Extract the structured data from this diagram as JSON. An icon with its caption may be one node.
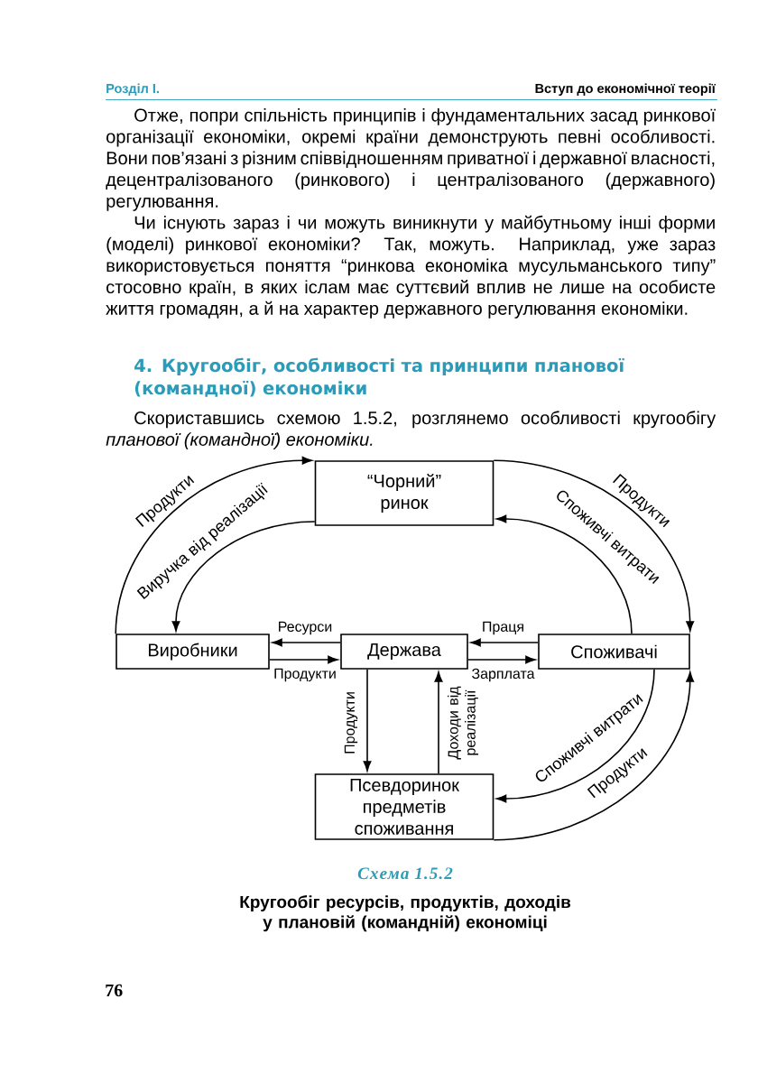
{
  "diagram": {
    "caption": "Кругообіг ресурсів, продуктів, доходів у плановій (командній) економіці",
    "nodes": [
      {
        "text": [
          "“Чорний” ринок"
        ]
      },
      {
        "text": [
          "Виробники"
        ]
      },
      {
        "text": [
          "Держава"
        ]
      },
      {
        "text": [
          "Споживачі"
        ]
      },
      {
        "text": [
          "Псевдоринок предметів споживання"
        ]
      }
    ],
    "edges": [
      {
        "from": 1,
        "to": 0,
        "arrow": "to",
        "label": "Продукти"
      },
      {
        "from": 0,
        "to": 1,
        "arrow": "to",
        "label": "Виручка від реалізації"
      },
      {
        "from": 0,
        "to": 3,
        "arrow": "to",
        "label": "Продукти"
      },
      {
        "from": 3,
        "to": 0,
        "arrow": "to",
        "label": "Споживчі витрати"
      },
      {
        "from": 2,
        "to": 1,
        "arrow": "to",
        "label": "Ресурси"
      },
      {
        "from": 1,
        "to": 2,
        "arrow": "to",
        "label": "Продукти"
      },
      {
        "from": 3,
        "to": 2,
        "arrow": "to",
        "label": "Праця"
      },
      {
        "from": 2,
        "to": 3,
        "arrow": "to",
        "label": "Зарплата"
      },
      {
        "from": 2,
        "to": 4,
        "arrow": "to",
        "label": "Продукти"
      },
      {
        "from": 4,
        "to": 2,
        "arrow": "to",
        "label": "Доходи від реалізації"
      },
      {
        "from": 3,
        "to": 4,
        "arrow": "to",
        "label": "Споживчі витрати"
      },
      {
        "from": 4,
        "to": 3,
        "arrow": "to",
        "label": "Продукти"
      }
    ],
    "labels": [
      "Розділ І.",
      "Вступ до економічної теорії",
      "Отже, попри спільність принципів і фундаментальних засад ринкової організації економіки, окремі країни демонструють певні особливості. Вони пов’язані з різним співвідношенням приватної і державної власності, децентралізованого (ринкового) і централізованого (державного) регулювання.",
      "Чи існують зараз і чи можуть виникнути у майбутньому інші форми (моделі) ринкової економіки? Так, можуть. Наприклад, уже зараз використовується поняття “ринкова економіка мусульманського типу” стосовно країн, в яких іслам має суттєвий вплив не лише на особисте життя громадян, а й на характер державного регулювання економіки.",
      "4. Кругообіг, особливості та принципи планової (командної) економіки",
      "Скориставшись схемою 1.5.2, розглянемо особливості кругообігу *планової (командної) економіки.*",
      "Схема 1.5.2",
      "76"
    ]
  }
}
